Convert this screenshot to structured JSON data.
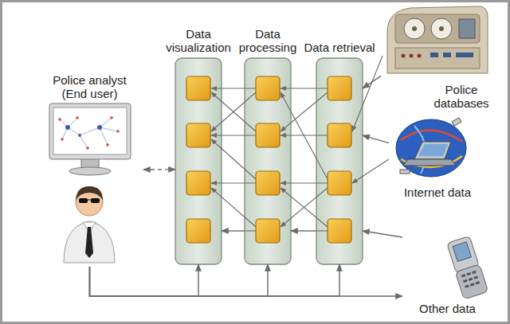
{
  "diagram": {
    "nodes": [
      {
        "text": [
          "Police analyst (End user)"
        ]
      },
      {
        "text": [
          "Data visualization"
        ]
      },
      {
        "text": [
          "Data processing"
        ]
      },
      {
        "text": [
          "Data retrieval"
        ]
      },
      {
        "text": [
          "Police databases"
        ]
      },
      {
        "text": [
          "Internet data"
        ]
      },
      {
        "text": [
          "Other data"
        ]
      }
    ],
    "edges": [
      {
        "from": 0,
        "to": 1,
        "arrow": "both"
      },
      {
        "from": 2,
        "to": 1,
        "arrow": "to"
      },
      {
        "from": 3,
        "to": 2,
        "arrow": "to"
      },
      {
        "from": 4,
        "to": 3,
        "arrow": "to"
      },
      {
        "from": 5,
        "to": 3,
        "arrow": "to"
      },
      {
        "from": 6,
        "to": 3,
        "arrow": "to"
      },
      {
        "from": 0,
        "to": 1,
        "arrow": "to"
      },
      {
        "from": 0,
        "to": 2,
        "arrow": "to"
      },
      {
        "from": 0,
        "to": 3,
        "arrow": "to"
      },
      {
        "from": 0,
        "to": 6,
        "arrow": "to"
      }
    ]
  }
}
